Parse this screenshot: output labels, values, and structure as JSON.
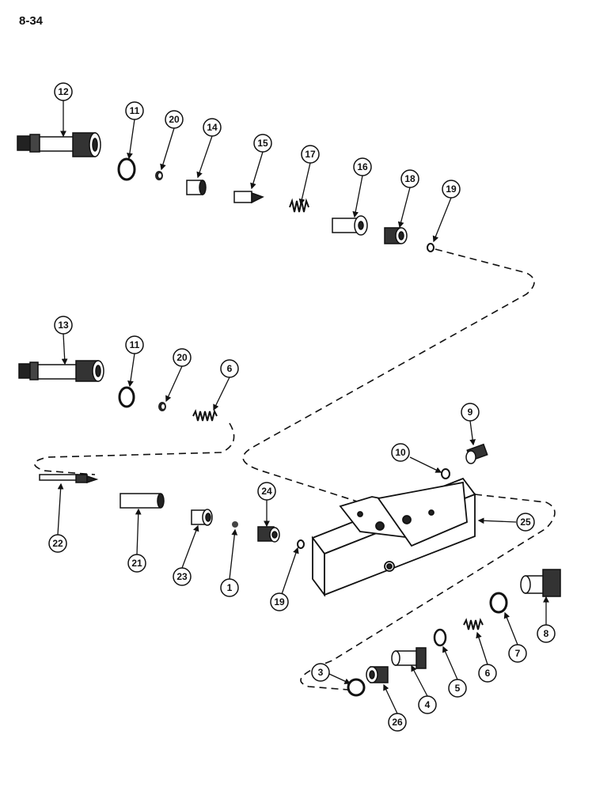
{
  "page_number": "8-34",
  "callouts": {
    "c12": "12",
    "c11a": "11",
    "c20a": "20",
    "c14": "14",
    "c15": "15",
    "c17": "17",
    "c16": "16",
    "c18": "18",
    "c19a": "19",
    "c13": "13",
    "c11b": "11",
    "c20b": "20",
    "c6a": "6",
    "c9": "9",
    "c10": "10",
    "c24": "24",
    "c25": "25",
    "c22": "22",
    "c21": "21",
    "c23": "23",
    "c1": "1",
    "c19b": "19",
    "c8": "8",
    "c7": "7",
    "c6b": "6",
    "c5": "5",
    "c4": "4",
    "c3": "3",
    "c26": "26"
  }
}
